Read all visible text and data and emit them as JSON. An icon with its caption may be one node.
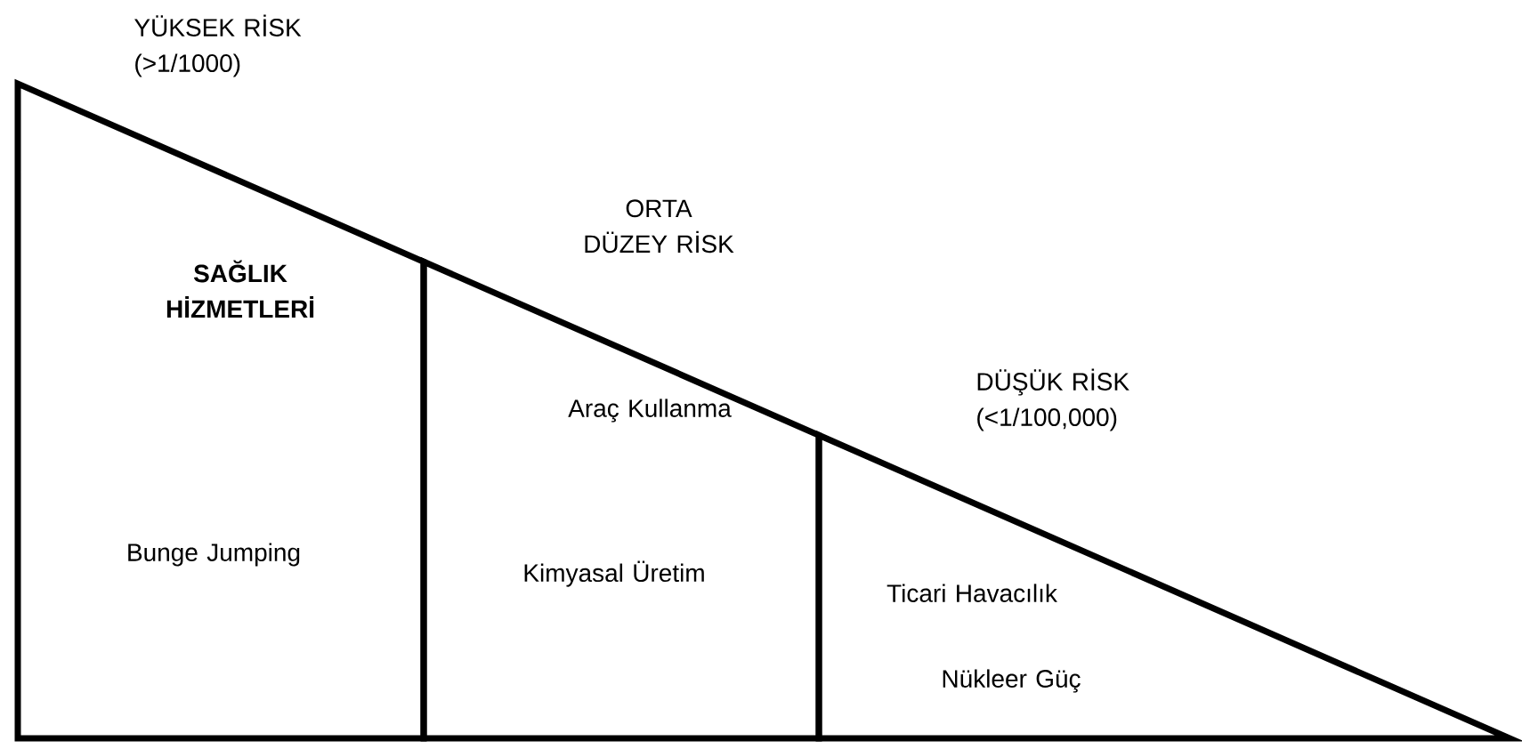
{
  "diagram": {
    "nodes": [
      {
        "text": [
          "YÜKSEK RİSK (>1/1000)",
          "SAĞLIK HİZMETLERİ",
          "Bunge Jumping"
        ]
      },
      {
        "text": [
          "ORTA DÜZEY RİSK",
          "Araç Kullanma",
          "Kimyasal Üretim"
        ]
      },
      {
        "text": [
          "DÜŞÜK RİSK (<1/100,000)",
          "Ticari Havacılık",
          "Nükleer Güç"
        ]
      }
    ]
  }
}
